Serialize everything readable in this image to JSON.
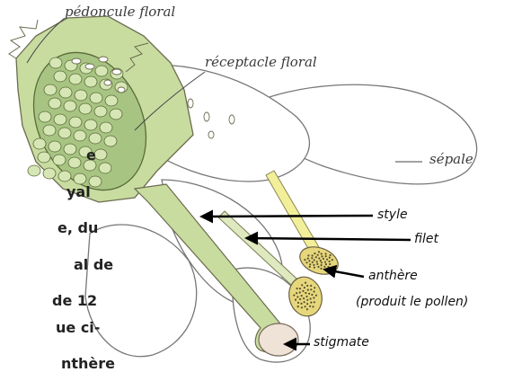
{
  "labels": {
    "pedoncule": "pédoncule floral",
    "receptacle": "réceptacle floral",
    "sepale": "sépale",
    "style": "style",
    "filet": "filet",
    "anthere": "anthère",
    "anthere_note": "(produit le pollen)",
    "stigmate": "stigmate"
  },
  "background_text": [
    "e",
    "yal",
    "e, du",
    "al  de",
    "de 12",
    "ue  ci-",
    "nthère"
  ],
  "colors": {
    "stem_green": "#c8dca0",
    "seed_green": "#a8c482",
    "outline": "#6b6b4f",
    "pollen": "#e6d77c",
    "stigma": "#efe2d6",
    "arrow": "#000000"
  }
}
